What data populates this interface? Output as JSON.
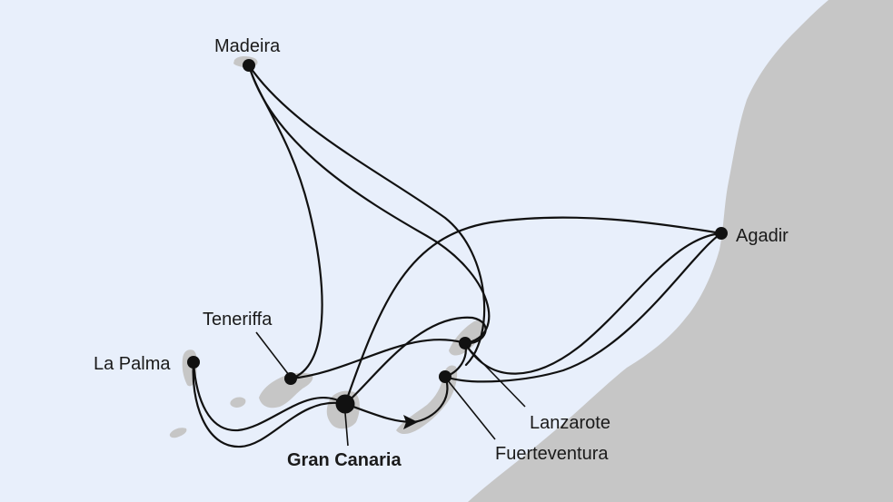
{
  "map": {
    "colors": {
      "sea": "#e8effb",
      "land": "#c6c6c6",
      "route": "#111111",
      "port": "#111111"
    },
    "ports": [
      {
        "id": "madeira",
        "name": "Madeira",
        "emphasis": false
      },
      {
        "id": "teneriffa",
        "name": "Teneriffa",
        "emphasis": false
      },
      {
        "id": "la-palma",
        "name": "La Palma",
        "emphasis": false
      },
      {
        "id": "gran-canaria",
        "name": "Gran Canaria",
        "emphasis": true
      },
      {
        "id": "lanzarote",
        "name": "Lanzarote",
        "emphasis": false
      },
      {
        "id": "fuerteventura",
        "name": "Fuerteventura",
        "emphasis": false
      },
      {
        "id": "agadir",
        "name": "Agadir",
        "emphasis": false
      }
    ],
    "start_port": "Gran Canaria",
    "route_icons": [
      "start-port-marker",
      "direction-arrow-icon"
    ]
  }
}
